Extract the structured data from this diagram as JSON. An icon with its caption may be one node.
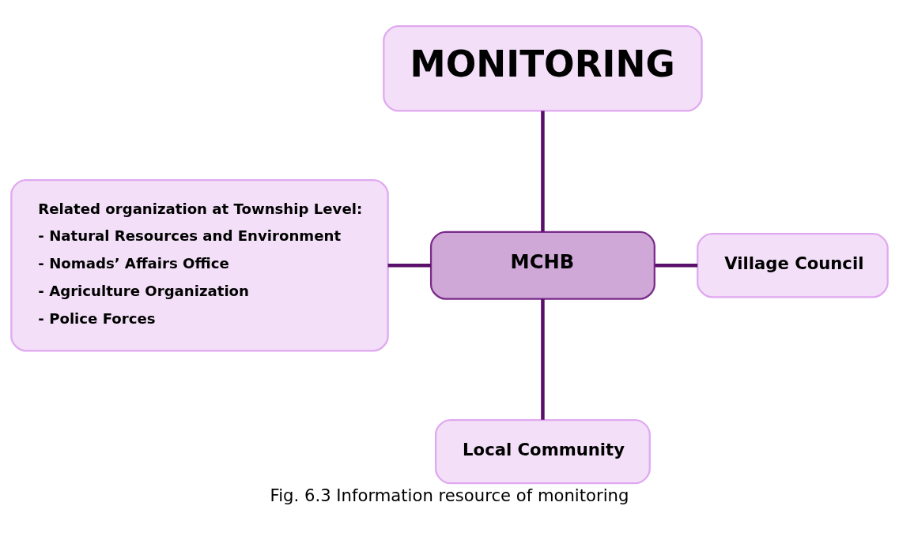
{
  "diagram": {
    "caption": "Fig. 6.3 Information resource of monitoring",
    "nodes": [
      {
        "text": [
          "MONITORING"
        ]
      },
      {
        "text": [
          "Related organization at Township Level:",
          "- Natural Resources and Environment",
          "- Nomads’ Affairs Office",
          "- Agriculture Organization",
          "- Police Forces"
        ]
      },
      {
        "text": [
          "MCHB"
        ]
      },
      {
        "text": [
          "Village Council"
        ]
      },
      {
        "text": [
          "Local Community"
        ]
      }
    ],
    "edges": [
      {
        "from": 0,
        "to": 2,
        "arrow": "none"
      },
      {
        "from": 1,
        "to": 2,
        "arrow": "none"
      },
      {
        "from": 2,
        "to": 3,
        "arrow": "none"
      },
      {
        "from": 2,
        "to": 4,
        "arrow": "none"
      }
    ]
  }
}
